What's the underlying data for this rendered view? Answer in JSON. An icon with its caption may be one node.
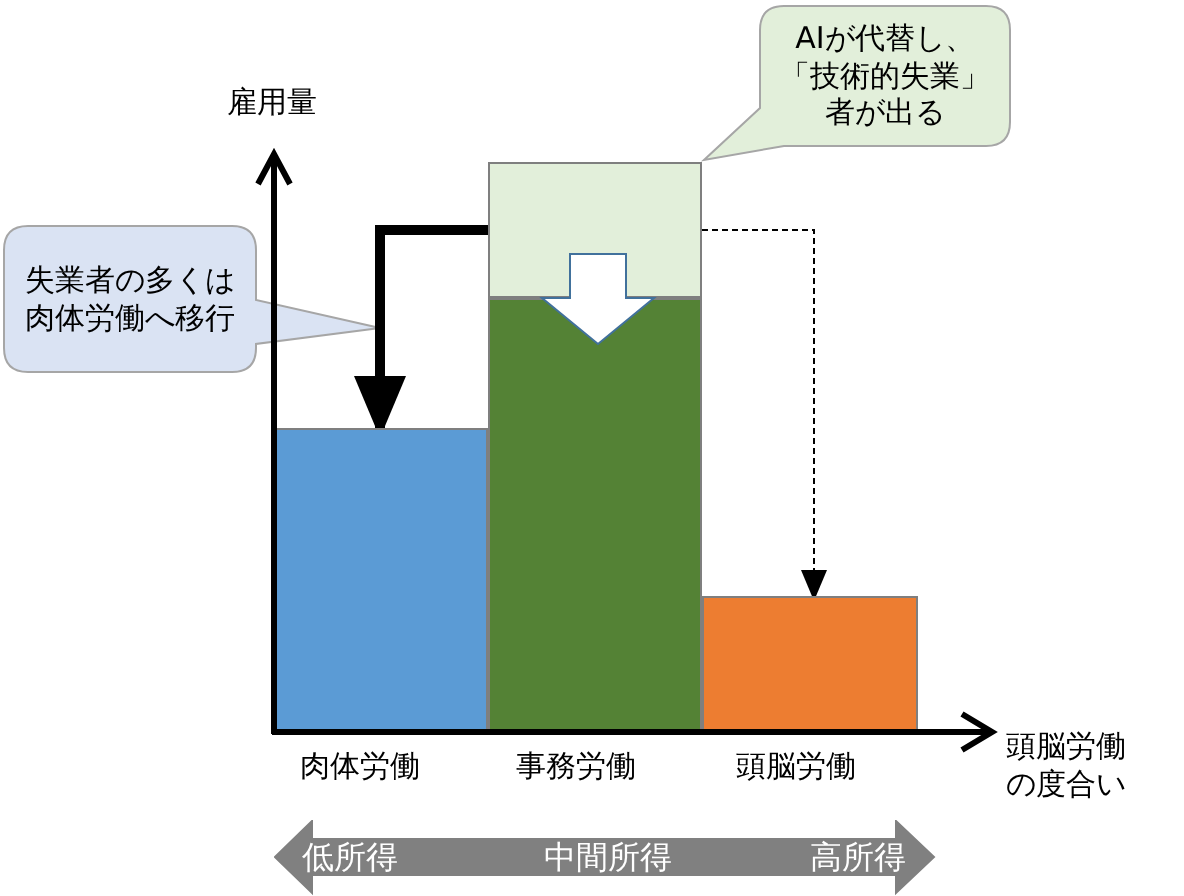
{
  "diagram": {
    "nodes": [
      {
        "text": [
          "AIが代替し、「技術的失業」者が出る"
        ]
      },
      {
        "text": [
          "失業者の多くは肉体労働へ移行"
        ]
      },
      {
        "text": [],
        "shape": "bar",
        "beside": [
          "肉体労働"
        ]
      },
      {
        "text": [],
        "shape": "bar"
      },
      {
        "text": [],
        "shape": "bar",
        "beside": [
          "事務労働"
        ]
      },
      {
        "text": [],
        "shape": "bar",
        "beside": [
          "頭脳労働"
        ]
      },
      {
        "text": [
          "低所得",
          "中間所得",
          "高所得"
        ]
      }
    ],
    "edges": [
      {
        "from": 3,
        "to": 2,
        "arrow": "to",
        "style": "thick"
      },
      {
        "from": 3,
        "to": 5,
        "arrow": "to",
        "style": "dashed"
      },
      {
        "from": 3,
        "to": 4,
        "arrow": "to",
        "style": "thick",
        "color": "#ffffff"
      }
    ],
    "labels": [
      "雇用量",
      "頭脳労働の度合い"
    ]
  }
}
